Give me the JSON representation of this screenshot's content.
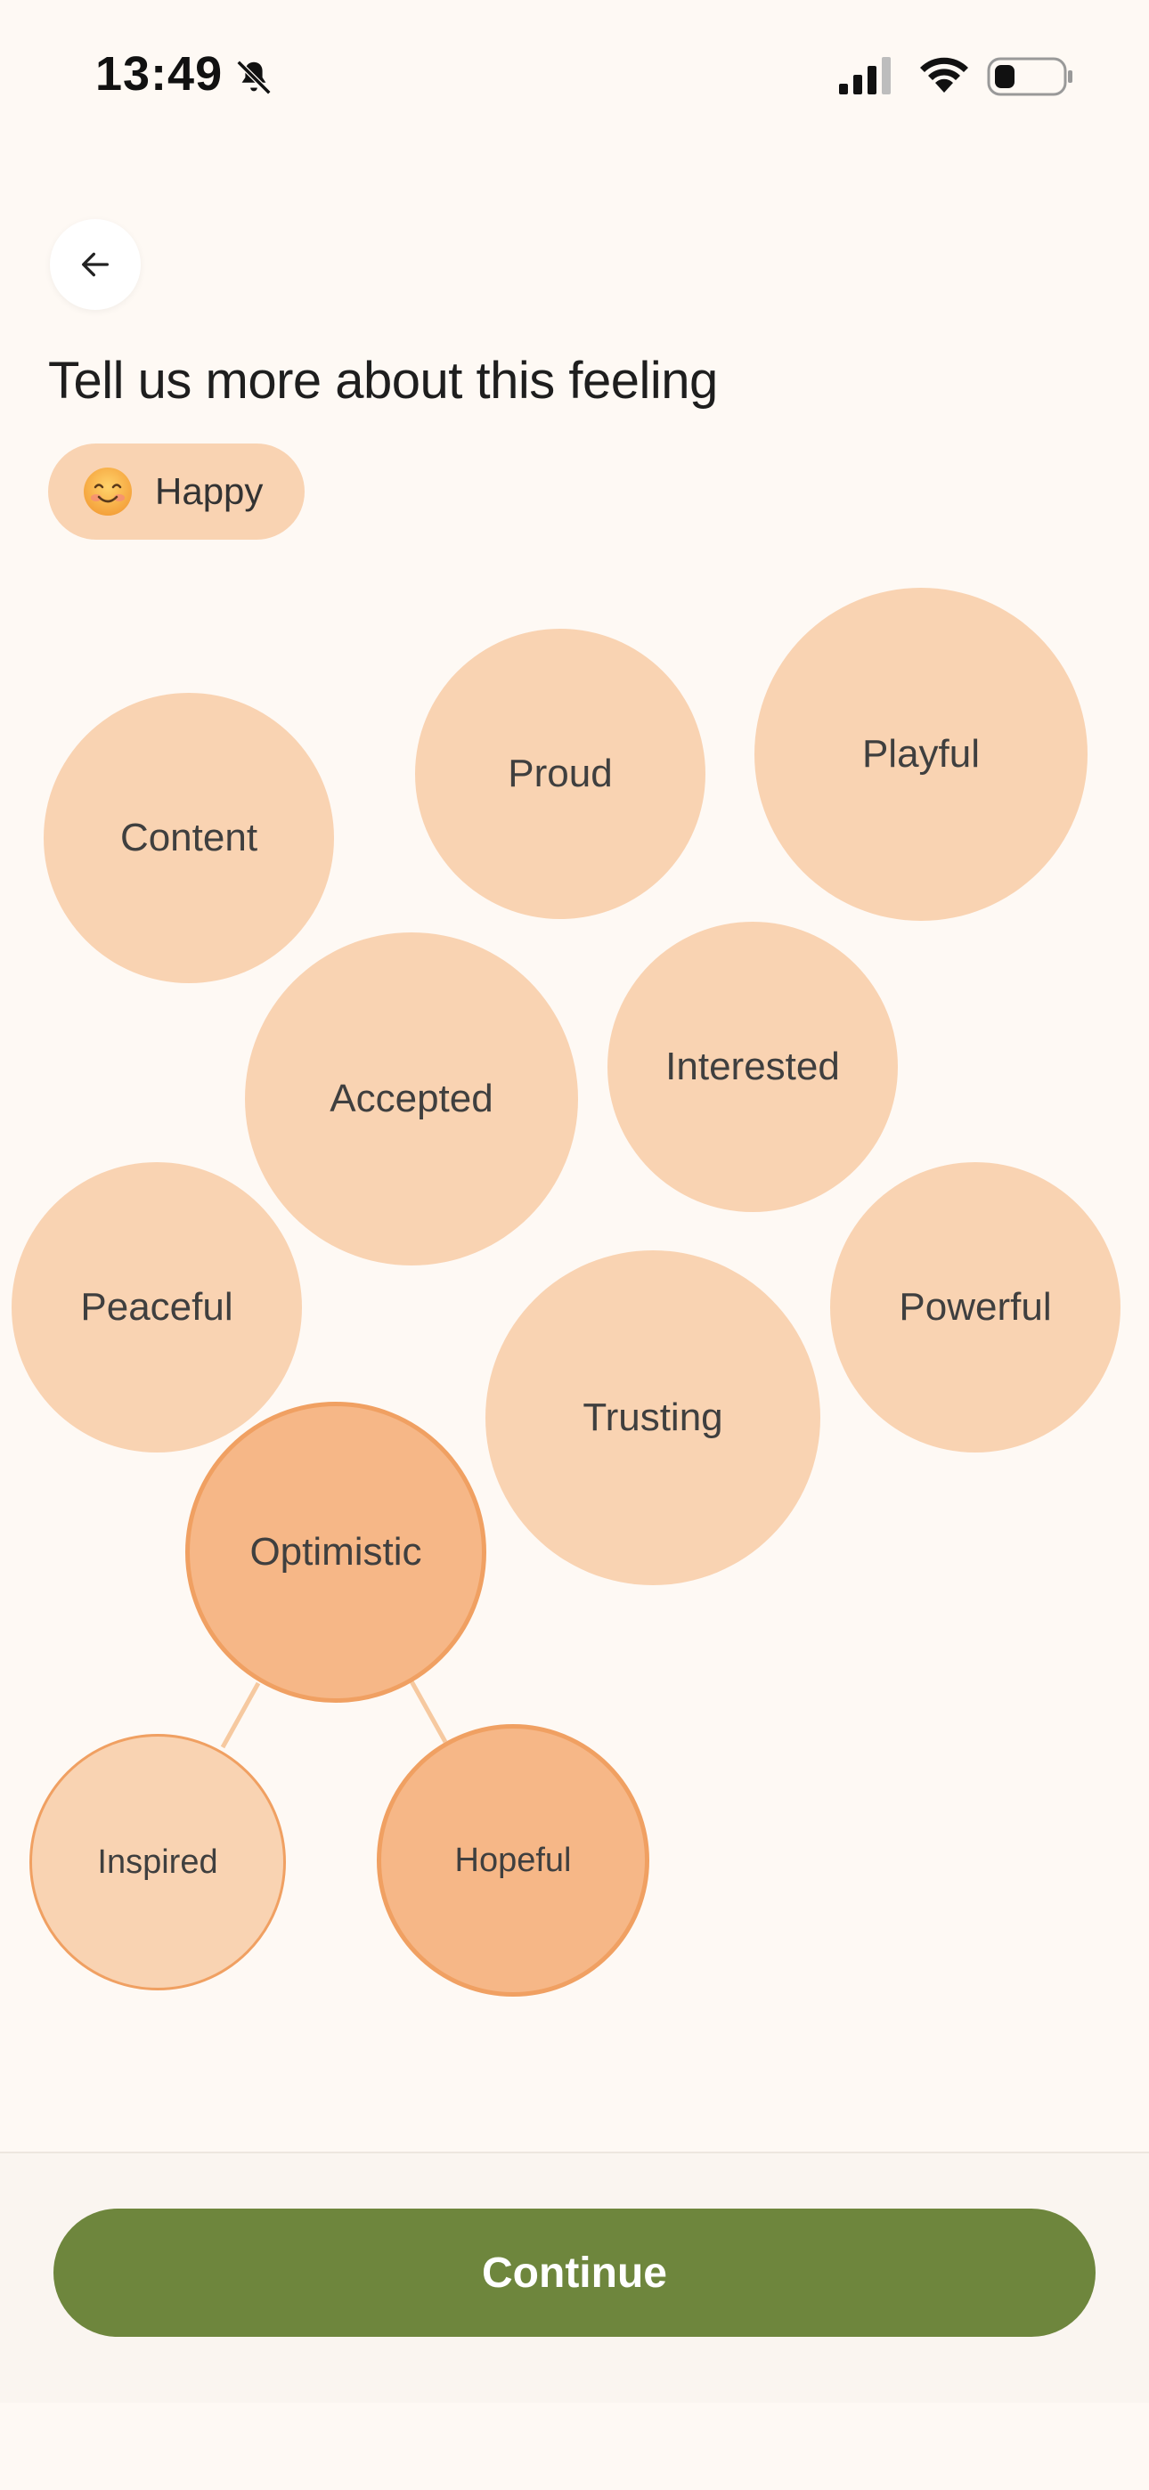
{
  "status_bar": {
    "time": "13:49",
    "icons": [
      "bell-slash-icon",
      "cellular-signal-icon",
      "wifi-icon",
      "battery-icon"
    ]
  },
  "header": {
    "back_icon": "arrow-left-icon",
    "title": "Tell us more about this feeling"
  },
  "feeling": {
    "emoji": "smiling-face-icon",
    "label": "Happy"
  },
  "bubbles": {
    "content": "Content",
    "proud": "Proud",
    "playful": "Playful",
    "accepted": "Accepted",
    "interested": "Interested",
    "peaceful": "Peaceful",
    "powerful": "Powerful",
    "trusting": "Trusting",
    "optimistic": "Optimistic",
    "inspired": "Inspired",
    "hopeful": "Hopeful"
  },
  "selected": [
    "Optimistic",
    "Hopeful"
  ],
  "footer": {
    "continue_label": "Continue"
  },
  "colors": {
    "background": "#FEF9F4",
    "bubble": "#F9D3B2",
    "bubble_selected": "#F6B787",
    "bubble_border": "#F0A062",
    "primary_button": "#6E863D"
  }
}
